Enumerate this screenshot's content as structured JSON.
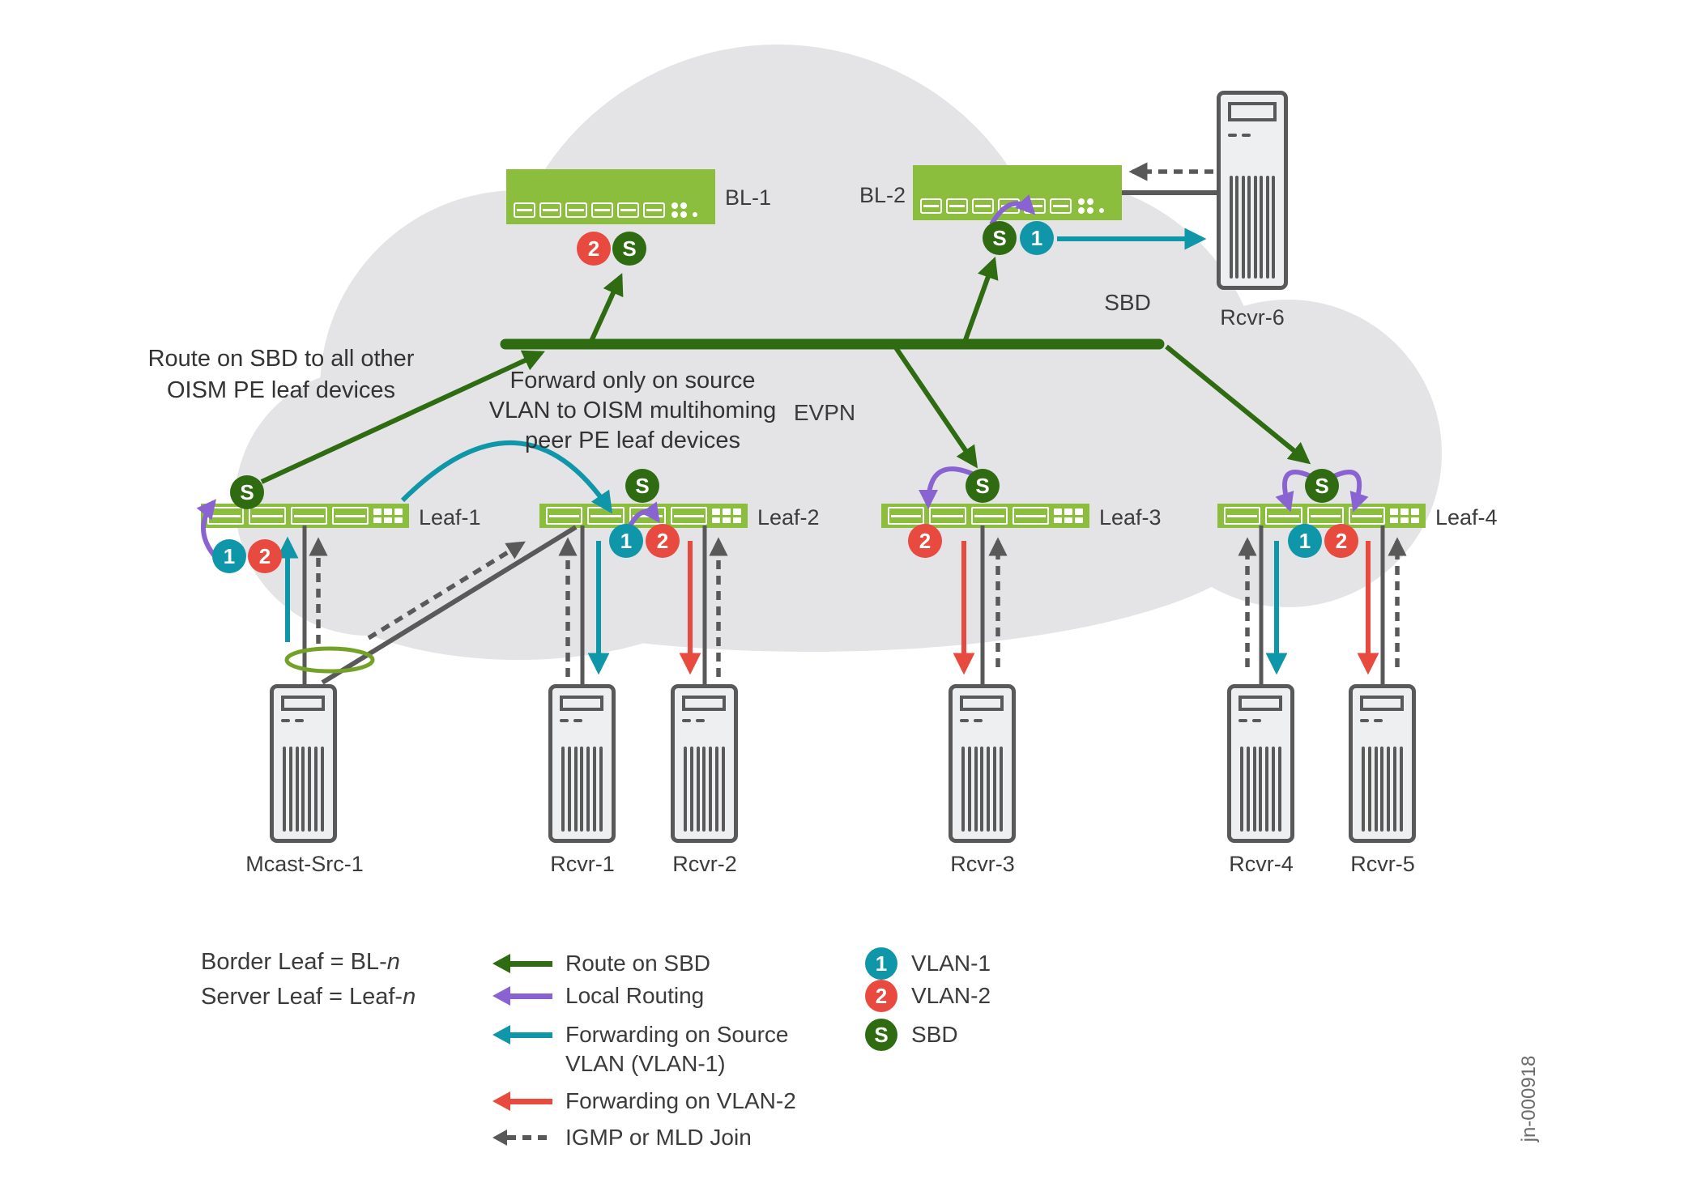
{
  "figure_id": "jn-000918",
  "colors": {
    "switch_green": "#8cbe3e",
    "dark_green_sbd": "#2e6b11",
    "teal_vlan1": "#0f96a9",
    "red_vlan2": "#e84a40",
    "purple_local_routing": "#8a63d2",
    "gray_links": "#595959",
    "cloud_gray": "#e4e4e6",
    "esi_ring_olive": "#74a228"
  },
  "network": {
    "sbd_label": "SBD",
    "evpn_label": "EVPN"
  },
  "badges": {
    "vlan1": "1",
    "vlan2": "2",
    "sbd": "S"
  },
  "devices": {
    "bl1": "BL-1",
    "bl2": "BL-2",
    "leaf1": "Leaf-1",
    "leaf2": "Leaf-2",
    "leaf3": "Leaf-3",
    "leaf4": "Leaf-4",
    "mcast_src1": "Mcast-Src-1",
    "rcvr1": "Rcvr-1",
    "rcvr2": "Rcvr-2",
    "rcvr3": "Rcvr-3",
    "rcvr4": "Rcvr-4",
    "rcvr5": "Rcvr-5",
    "rcvr6": "Rcvr-6"
  },
  "annotations": {
    "route_on_sbd": [
      "Route on SBD to all other",
      "OISM PE leaf devices"
    ],
    "forward_source": [
      "Forward only on source",
      "VLAN to OISM multihoming",
      "peer PE leaf devices"
    ]
  },
  "legend": {
    "definitions": [
      {
        "text": "Border Leaf = BL-",
        "var": "n"
      },
      {
        "text": "Server Leaf = Leaf-",
        "var": "n"
      }
    ],
    "flows": [
      {
        "label": "Route on SBD",
        "color": "#2e6b11",
        "style": "solid"
      },
      {
        "label": "Local Routing",
        "color": "#8a63d2",
        "style": "solid"
      },
      {
        "label": "Forwarding on Source",
        "label2": "VLAN (VLAN-1)",
        "color": "#0f96a9",
        "style": "solid"
      },
      {
        "label": "Forwarding on VLAN-2",
        "color": "#e84a40",
        "style": "solid"
      },
      {
        "label": "IGMP or MLD Join",
        "color": "#595959",
        "style": "dashed"
      }
    ],
    "vlan_badges": [
      {
        "glyph": "1",
        "label": "VLAN-1",
        "color": "#0f96a9"
      },
      {
        "glyph": "2",
        "label": "VLAN-2",
        "color": "#e84a40"
      },
      {
        "glyph": "S",
        "label": "SBD",
        "color": "#2e6b11"
      }
    ]
  }
}
